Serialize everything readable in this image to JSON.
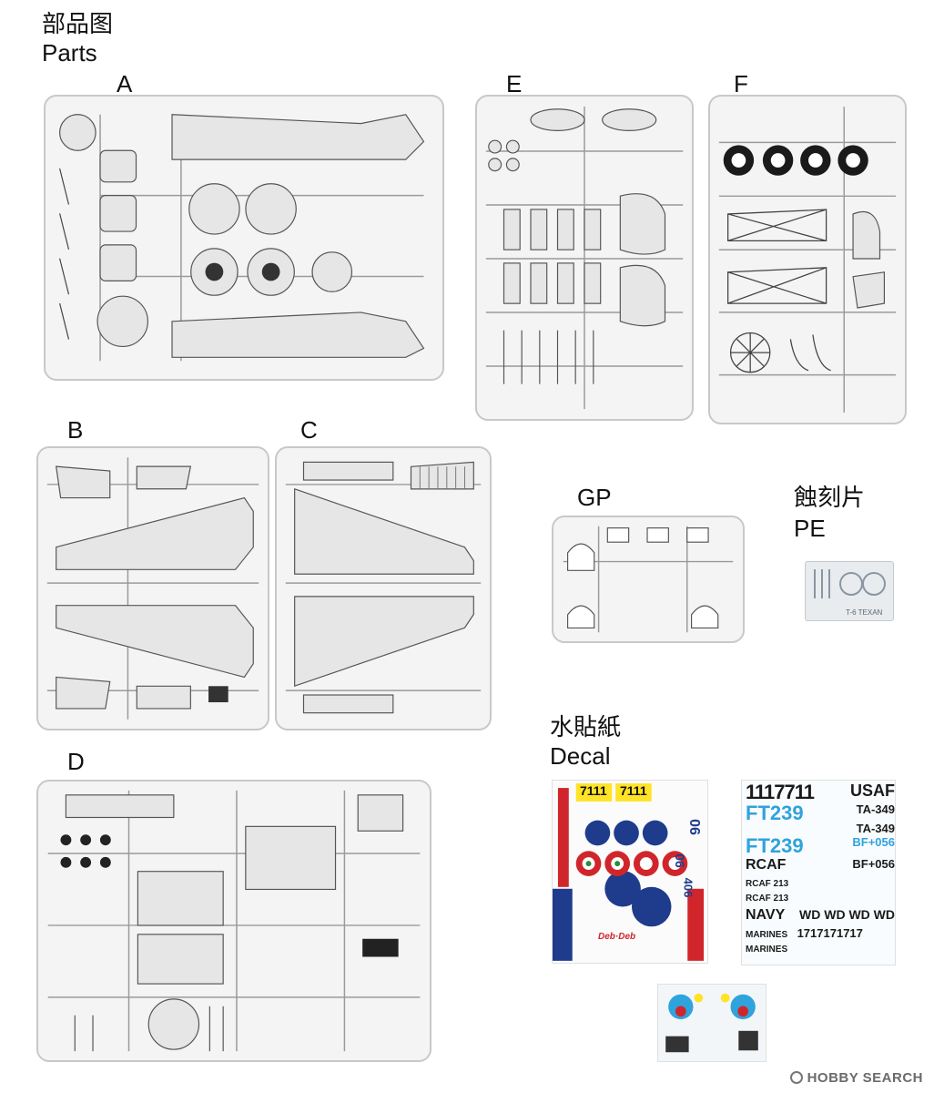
{
  "header": {
    "title_zh": "部品图",
    "title_en": "Parts"
  },
  "sprues": [
    {
      "id": "A",
      "label": "A"
    },
    {
      "id": "E",
      "label": "E"
    },
    {
      "id": "F",
      "label": "F"
    },
    {
      "id": "B",
      "label": "B"
    },
    {
      "id": "C",
      "label": "C"
    },
    {
      "id": "GP",
      "label": "GP"
    },
    {
      "id": "D",
      "label": "D"
    }
  ],
  "photo_etch": {
    "label_zh": "蝕刻片",
    "label_en": "PE",
    "sheet_text": "T-6 TEXAN"
  },
  "decals": {
    "label_zh": "水貼紙",
    "label_en": "Decal",
    "sheet1": {
      "numbers": [
        "7111",
        "7111",
        "06",
        "06",
        "406"
      ],
      "nose_art": "Deb·Deb"
    },
    "sheet2": {
      "lines": [
        "1117711",
        "USAF",
        "FT239",
        "TA-349",
        "TA-349",
        "FT239",
        "BF+056",
        "RCAF",
        "BF+056",
        "RCAF 213",
        "RCAF 213",
        "NAVY",
        "WD WD WD WD",
        "MARINES",
        "1717171717",
        "MARINES"
      ]
    }
  },
  "watermark": "HOBBY SEARCH",
  "colors": {
    "sprue_fill": "#f4f4f4",
    "sprue_border": "#c8c8c8",
    "decal_red": "#d0262b",
    "decal_blue": "#1f3c8c",
    "decal_yellow": "#ffe326",
    "decal_cyan": "#2fa3dc"
  }
}
